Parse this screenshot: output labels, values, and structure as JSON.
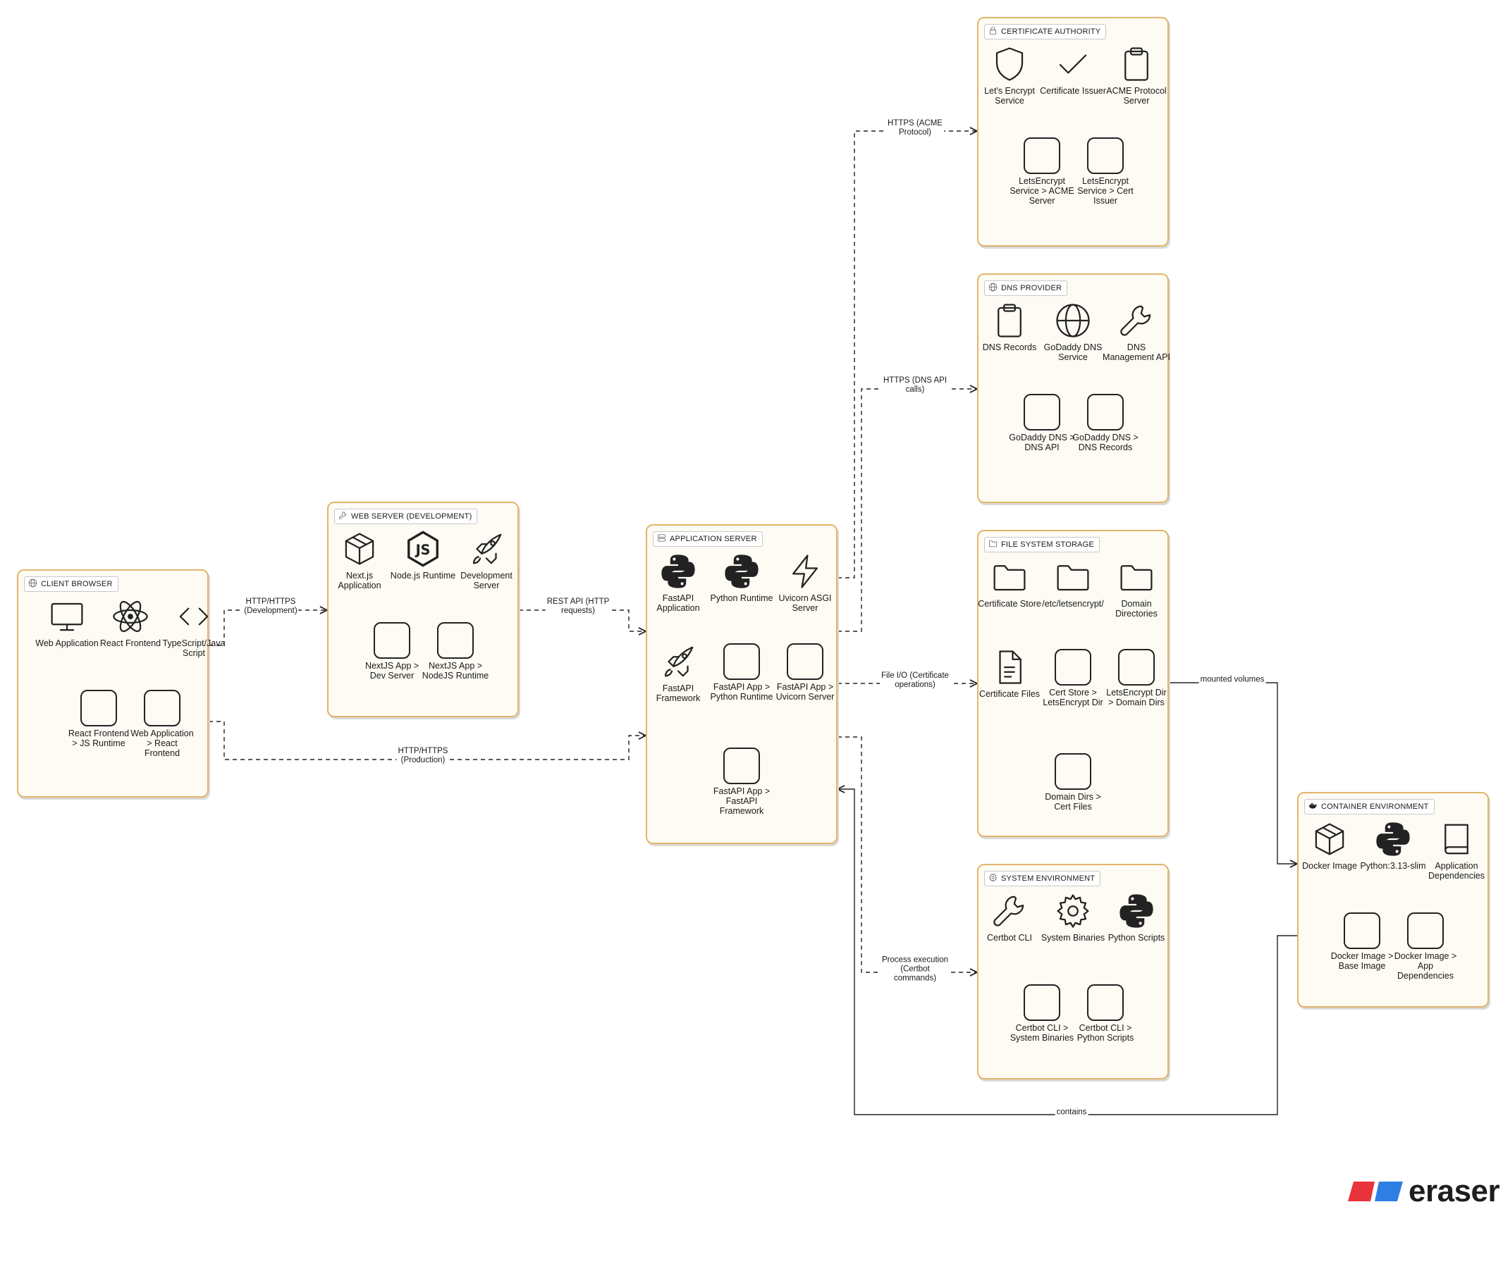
{
  "groups": {
    "client": {
      "title": "CLIENT BROWSER",
      "icon": "globe-icon",
      "nodes": [
        {
          "label": "Web Application",
          "icon": "monitor-icon"
        },
        {
          "label": "React Frontend",
          "icon": "react-icon"
        },
        {
          "label": "TypeScript/JavaScript",
          "icon": "code-icon"
        },
        {
          "label": "React Frontend > JS Runtime",
          "icon": "blank-box"
        },
        {
          "label": "Web Application > React Frontend",
          "icon": "blank-box"
        }
      ]
    },
    "webserver": {
      "title": "WEB SERVER (DEVELOPMENT)",
      "icon": "wrench-icon",
      "nodes": [
        {
          "label": "Next.js Application",
          "icon": "package-icon"
        },
        {
          "label": "Node.js Runtime",
          "icon": "nodejs-icon"
        },
        {
          "label": "Development Server",
          "icon": "rocket-icon"
        },
        {
          "label": "NextJS App > Dev Server",
          "icon": "blank-box"
        },
        {
          "label": "NextJS App > NodeJS Runtime",
          "icon": "blank-box"
        }
      ]
    },
    "appserver": {
      "title": "APPLICATION SERVER",
      "icon": "server-icon",
      "nodes": [
        {
          "label": "FastAPI Application",
          "icon": "python-icon"
        },
        {
          "label": "Python Runtime",
          "icon": "python-icon"
        },
        {
          "label": "Uvicorn ASGI Server",
          "icon": "lightning-icon"
        },
        {
          "label": "FastAPI Framework",
          "icon": "rocket-icon"
        },
        {
          "label": "FastAPI App > Python Runtime",
          "icon": "blank-box"
        },
        {
          "label": "FastAPI App > Uvicorn Server",
          "icon": "blank-box"
        },
        {
          "label": "FastAPI App > FastAPI Framework",
          "icon": "blank-box"
        }
      ]
    },
    "ca": {
      "title": "CERTIFICATE AUTHORITY",
      "icon": "lock-icon",
      "nodes": [
        {
          "label": "Let's Encrypt Service",
          "icon": "shield-icon"
        },
        {
          "label": "Certificate Issuer",
          "icon": "check-icon"
        },
        {
          "label": "ACME Protocol Server",
          "icon": "clipboard-icon"
        },
        {
          "label": "LetsEncrypt Service > ACME Server",
          "icon": "blank-box"
        },
        {
          "label": "LetsEncrypt Service > Cert Issuer",
          "icon": "blank-box"
        }
      ]
    },
    "dns": {
      "title": "DNS PROVIDER",
      "icon": "globe-icon",
      "nodes": [
        {
          "label": "DNS Records",
          "icon": "clipboard-icon"
        },
        {
          "label": "GoDaddy DNS Service",
          "icon": "globe-icon"
        },
        {
          "label": "DNS Management API",
          "icon": "wrench-icon"
        },
        {
          "label": "GoDaddy DNS > DNS API",
          "icon": "blank-box"
        },
        {
          "label": "GoDaddy DNS > DNS Records",
          "icon": "blank-box"
        }
      ]
    },
    "fs": {
      "title": "FILE SYSTEM STORAGE",
      "icon": "folder-icon",
      "nodes": [
        {
          "label": "Certificate Store",
          "icon": "folder-icon"
        },
        {
          "label": "/etc/letsencrypt/",
          "icon": "folder-icon"
        },
        {
          "label": "Domain Directories",
          "icon": "folder-icon"
        },
        {
          "label": "Certificate Files",
          "icon": "file-icon"
        },
        {
          "label": "Cert Store > LetsEncrypt Dir",
          "icon": "blank-box"
        },
        {
          "label": "LetsEncrypt Dir > Domain Dirs",
          "icon": "blank-box"
        },
        {
          "label": "Domain Dirs > Cert Files",
          "icon": "blank-box"
        }
      ]
    },
    "sysenv": {
      "title": "SYSTEM ENVIRONMENT",
      "icon": "gear-icon",
      "nodes": [
        {
          "label": "Certbot CLI",
          "icon": "wrench-icon"
        },
        {
          "label": "System Binaries",
          "icon": "gear-icon"
        },
        {
          "label": "Python Scripts",
          "icon": "python-icon"
        },
        {
          "label": "Certbot CLI > System Binaries",
          "icon": "blank-box"
        },
        {
          "label": "Certbot CLI > Python Scripts",
          "icon": "blank-box"
        }
      ]
    },
    "container": {
      "title": "CONTAINER ENVIRONMENT",
      "icon": "docker-icon",
      "nodes": [
        {
          "label": "Docker Image",
          "icon": "package-icon"
        },
        {
          "label": "Python:3.13-slim",
          "icon": "python-icon"
        },
        {
          "label": "Application Dependencies",
          "icon": "book-icon"
        },
        {
          "label": "Docker Image > Base Image",
          "icon": "blank-box"
        },
        {
          "label": "Docker Image > App Dependencies",
          "icon": "blank-box"
        }
      ]
    }
  },
  "edges": [
    {
      "id": "e1",
      "label": "HTTP/HTTPS\n(Development)",
      "style": "dashed"
    },
    {
      "id": "e2",
      "label": "HTTP/HTTPS\n(Production)",
      "style": "dashed"
    },
    {
      "id": "e3",
      "label": "REST API (HTTP\nrequests)",
      "style": "dashed"
    },
    {
      "id": "e4",
      "label": "HTTPS (ACME\nProtocol)",
      "style": "dashed"
    },
    {
      "id": "e5",
      "label": "HTTPS (DNS API\ncalls)",
      "style": "dashed"
    },
    {
      "id": "e6",
      "label": "File I/O (Certificate\noperations)",
      "style": "dashed"
    },
    {
      "id": "e7",
      "label": "Process execution\n(Certbot\ncommands)",
      "style": "dashed"
    },
    {
      "id": "e8",
      "label": "mounted volumes",
      "style": "solid"
    },
    {
      "id": "e9",
      "label": "contains",
      "style": "solid"
    }
  ],
  "brand": {
    "name": "eraser",
    "colors": [
      "#e8323c",
      "#2e7fe3"
    ]
  },
  "accent_color": "#e2b46a"
}
